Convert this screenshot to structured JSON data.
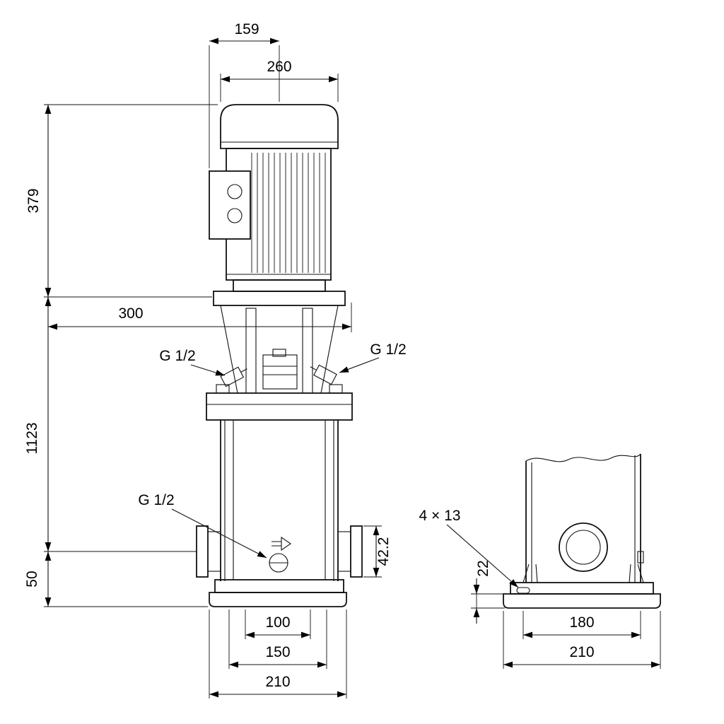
{
  "drawing": {
    "colors": {
      "line": "#111111",
      "background": "#ffffff"
    },
    "labels": {
      "dim_159": "159",
      "dim_260": "260",
      "dim_379": "379",
      "dim_300": "300",
      "dim_1123": "1123",
      "dim_50": "50",
      "dim_100": "100",
      "dim_150": "150",
      "dim_210_front": "210",
      "dim_42_2": "42.2",
      "plug_left": "G 1/2",
      "plug_right": "G 1/2",
      "plug_drain": "G 1/2",
      "holes": "4 × 13",
      "dim_22": "22",
      "dim_180": "180",
      "dim_210_side": "210"
    }
  }
}
